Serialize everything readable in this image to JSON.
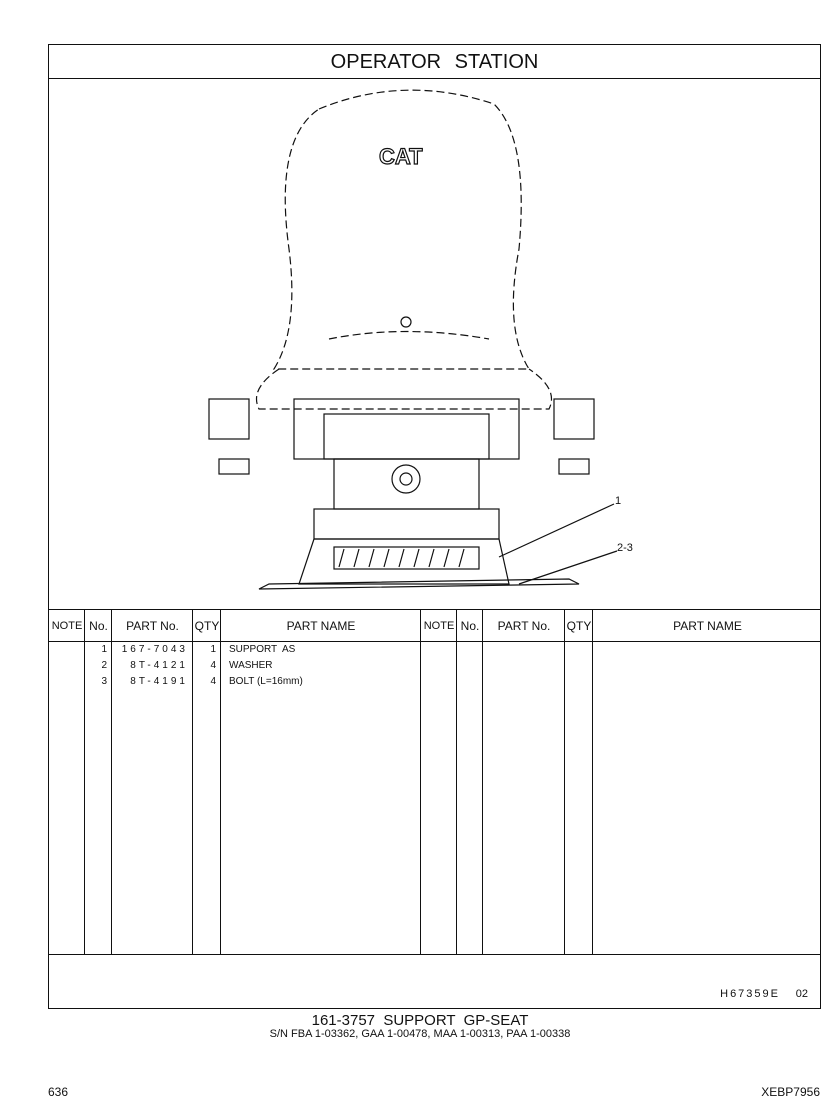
{
  "title": "OPERATOR STATION",
  "callouts": [
    "1",
    "2-3"
  ],
  "logo_text": "CAT",
  "table": {
    "headers": [
      "NOTE",
      "No.",
      "PART No.",
      "QTY",
      "PART NAME"
    ],
    "rows": [
      {
        "no": "1",
        "part_no": "167-7043",
        "qty": "1",
        "name": "SUPPORT  AS"
      },
      {
        "no": "2",
        "part_no": "8T-4121",
        "qty": "4",
        "name": "WASHER"
      },
      {
        "no": "3",
        "part_no": "8T-4191",
        "qty": "4",
        "name": "BOLT (L=16mm)"
      }
    ]
  },
  "drawing_code": "H67359E",
  "revision": "02",
  "group_title": "161-3757  SUPPORT  GP-SEAT",
  "serials": "S/N FBA 1-03362, GAA 1-00478, MAA 1-00313, PAA 1-00338",
  "page_number": "636",
  "document_id": "XEBP7956"
}
